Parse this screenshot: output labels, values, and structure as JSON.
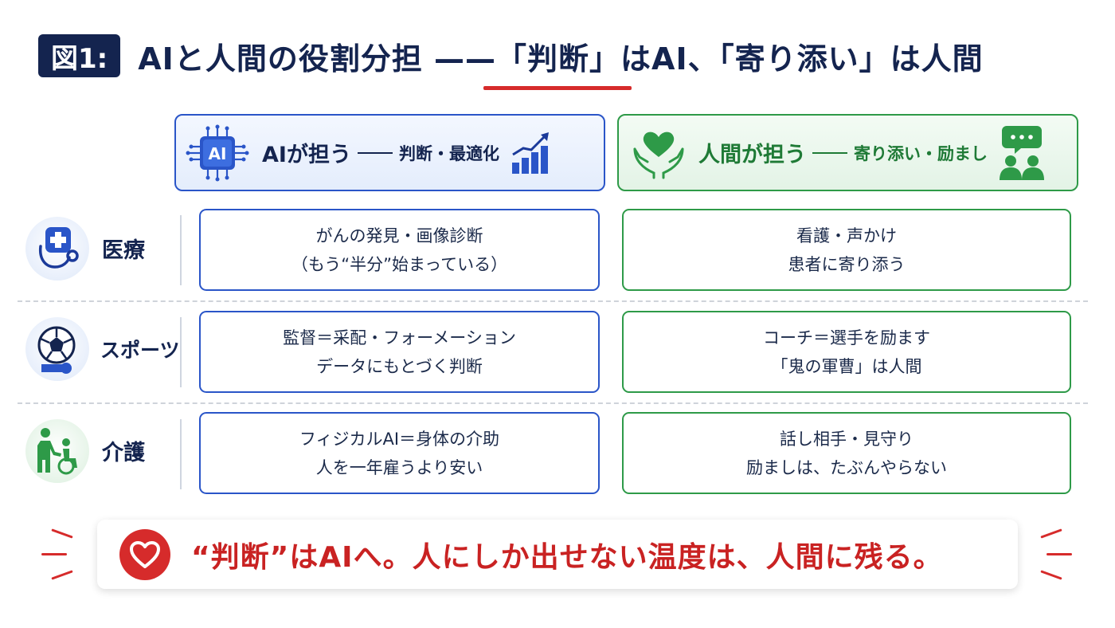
{
  "title": {
    "badge": "図1:",
    "text": "AIと人間の役割分担 ——「判断」はAI、「寄り添い」は人間"
  },
  "columns": {
    "ai": {
      "label": "AIが担う",
      "sub": "判断・最適化",
      "icon_text": "AI"
    },
    "human": {
      "label": "人間が担う",
      "sub": "寄り添い・励まし"
    }
  },
  "rows": [
    {
      "label": "医療",
      "icon": "medical-cross-stethoscope-icon",
      "ai": [
        "がんの発見・画像診断",
        "（もう“半分”始まっている）"
      ],
      "human": [
        "看護・声かけ",
        "患者に寄り添う"
      ]
    },
    {
      "label": "スポーツ",
      "icon": "soccer-ball-whistle-icon",
      "ai": [
        "監督＝采配・フォーメーション",
        "データにもとづく判断"
      ],
      "human": [
        "コーチ＝選手を励ます",
        "「鬼の軍曹」は人間"
      ]
    },
    {
      "label": "介護",
      "icon": "caregiver-wheelchair-icon",
      "ai": [
        "フィジカルAI＝身体の介助",
        "人を一年雇うより安い"
      ],
      "human": [
        "話し相手・見守り",
        "励ましは、たぶんやらない"
      ]
    }
  ],
  "banner": {
    "text": "“判断”はAIへ。人にしか出せない温度は、人間に残る。"
  },
  "colors": {
    "navy": "#14244f",
    "blue": "#2a55c8",
    "green": "#2e9a48",
    "red": "#d62b2b"
  }
}
